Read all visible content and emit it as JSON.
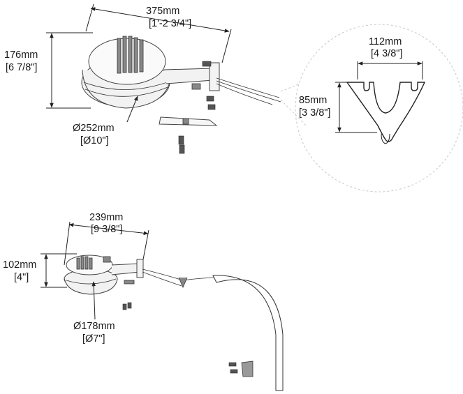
{
  "large_fixture": {
    "width_mm": "375mm",
    "width_in": "[1'-2 3/4\"]",
    "height_mm": "176mm",
    "height_in": "[6 7/8\"]",
    "diameter_mm": "Ø252mm",
    "diameter_in": "[Ø10\"]"
  },
  "bracket_detail": {
    "width_mm": "112mm",
    "width_in": "[4 3/8\"]",
    "height_mm": "85mm",
    "height_in": "[3 3/8\"]"
  },
  "small_fixture": {
    "width_mm": "239mm",
    "width_in": "[9 3/8\"]",
    "height_mm": "102mm",
    "height_in": "[4\"]",
    "diameter_mm": "Ø178mm",
    "diameter_in": "[Ø7\"]"
  }
}
